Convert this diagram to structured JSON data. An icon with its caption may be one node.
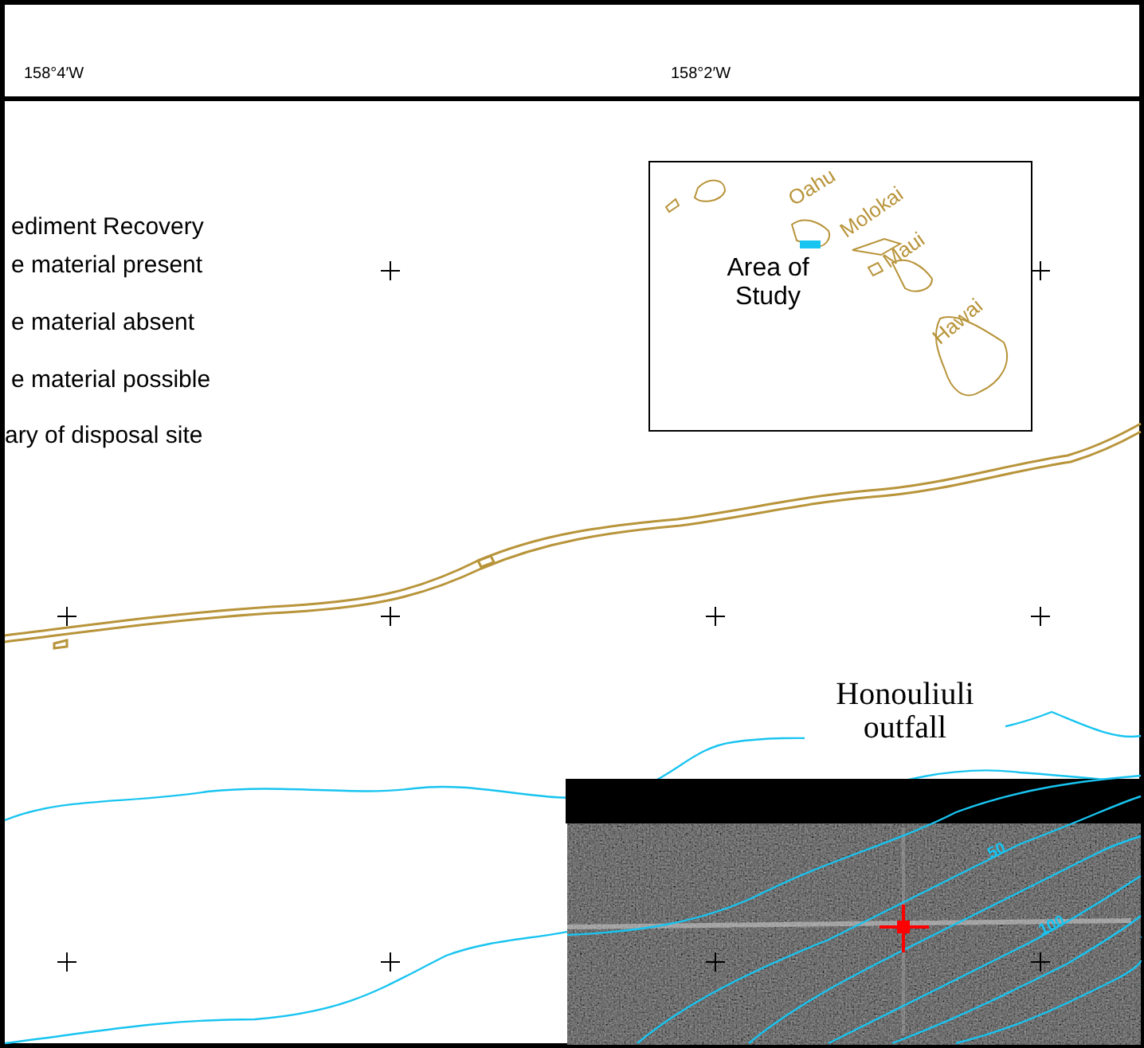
{
  "diagram": {
    "labels": [
      "158°4′W",
      "158°2′W",
      "ediment Recovery",
      "e material present",
      "e material absent",
      "e material possible",
      "ary of disposal site",
      "Oahu",
      "Molokai",
      "Maui",
      "Hawai",
      "Area of Study",
      "Honouliuli outfall",
      "50",
      "100"
    ]
  }
}
